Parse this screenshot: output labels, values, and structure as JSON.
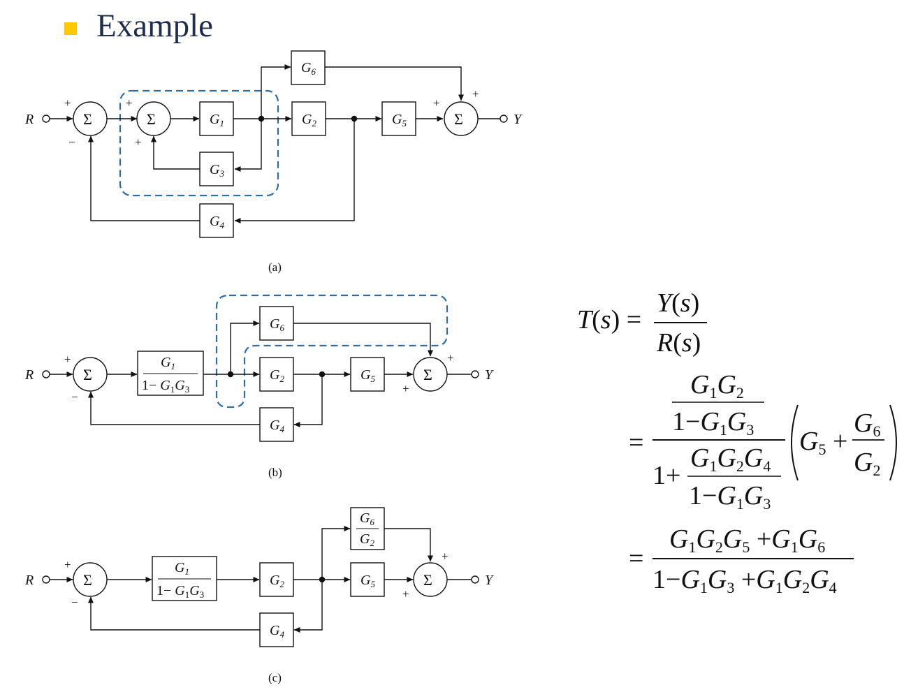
{
  "title": "Example",
  "colors": {
    "bullet": "#ffc800",
    "title": "#1f2d4d",
    "dashed": "#2b6ea6"
  },
  "diagram_a": {
    "caption": "(a)",
    "input": "R",
    "output": "Y",
    "sum": "Σ",
    "plus": "+",
    "minus": "−",
    "G1": {
      "base": "G",
      "sub": "1"
    },
    "G2": {
      "base": "G",
      "sub": "2"
    },
    "G3": {
      "base": "G",
      "sub": "3"
    },
    "G4": {
      "base": "G",
      "sub": "4"
    },
    "G5": {
      "base": "G",
      "sub": "5"
    },
    "G6": {
      "base": "G",
      "sub": "6"
    }
  },
  "diagram_b": {
    "caption": "(b)",
    "input": "R",
    "output": "Y",
    "sum": "Σ",
    "plus": "+",
    "minus": "−",
    "block1_num": {
      "base": "G",
      "sub": "1"
    },
    "block1_den": {
      "pre": "1− ",
      "b1": "G",
      "s1": "1",
      "b2": "G",
      "s2": "3"
    },
    "G2": {
      "base": "G",
      "sub": "2"
    },
    "G4": {
      "base": "G",
      "sub": "4"
    },
    "G5": {
      "base": "G",
      "sub": "5"
    },
    "G6": {
      "base": "G",
      "sub": "6"
    }
  },
  "diagram_c": {
    "caption": "(c)",
    "input": "R",
    "output": "Y",
    "sum": "Σ",
    "plus": "+",
    "minus": "−",
    "block1_num": {
      "base": "G",
      "sub": "1"
    },
    "block1_den": {
      "pre": "1− ",
      "b1": "G",
      "s1": "1",
      "b2": "G",
      "s2": "3"
    },
    "ratio_num": {
      "base": "G",
      "sub": "6"
    },
    "ratio_den": {
      "base": "G",
      "sub": "2"
    },
    "G2": {
      "base": "G",
      "sub": "2"
    },
    "G4": {
      "base": "G",
      "sub": "4"
    },
    "G5": {
      "base": "G",
      "sub": "5"
    }
  },
  "formula": {
    "T": "T",
    "s": "s",
    "Y": "Y",
    "R": "R",
    "eq": "=",
    "one": "1",
    "minus": "−",
    "plus": "+",
    "lparen": "(",
    "rparen": ")",
    "G": "G",
    "sub1": "1",
    "sub2": "2",
    "sub3": "3",
    "sub4": "4",
    "sub5": "5",
    "sub6": "6"
  }
}
